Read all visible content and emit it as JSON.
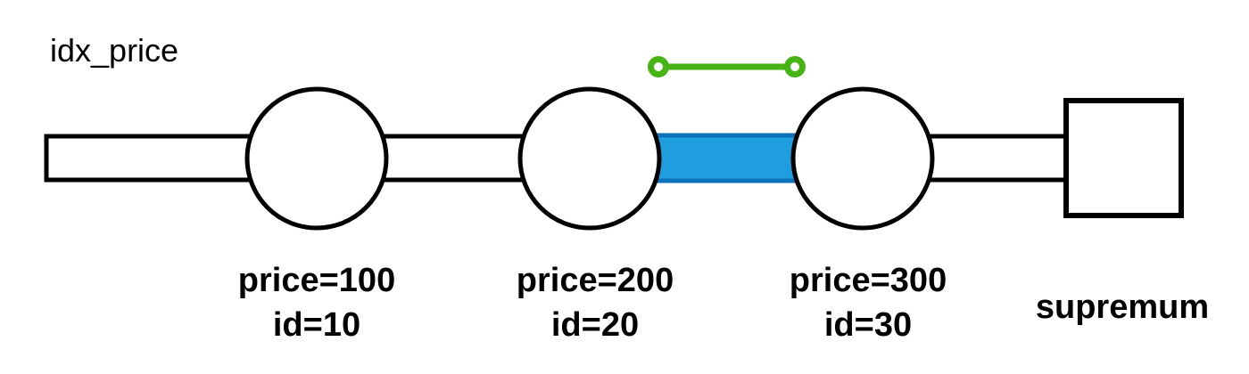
{
  "title": "idx_price",
  "records": [
    {
      "line1": "price=100",
      "line2": "id=10"
    },
    {
      "line1": "price=200",
      "line2": "id=20"
    },
    {
      "line1": "price=300",
      "line2": "id=30"
    }
  ],
  "supremum": {
    "label": "supremum"
  },
  "colors": {
    "ink": "#000000",
    "background": "#FFFFFF",
    "gap-fill": "#1E9EDE",
    "gap-border": "#0D71B8",
    "range-green": "#46B414"
  }
}
